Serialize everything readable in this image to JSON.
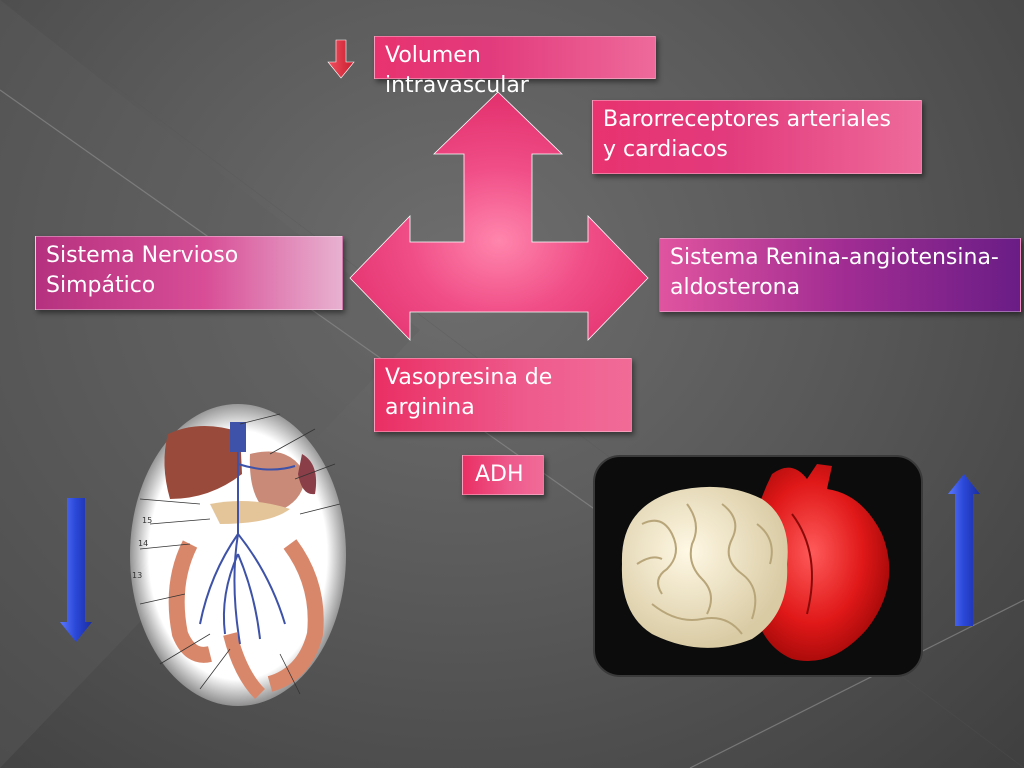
{
  "nodes": {
    "volumen": "Volumen intravascular",
    "barorreceptores": "Barorreceptores arteriales y cardiacos",
    "simpatico": "Sistema Nervioso Simpático",
    "renina": "Sistema Renina-angiotensina- aldosterona",
    "vasopresina": "Vasopresina de arginina",
    "adh": "ADH"
  },
  "illustration": {
    "left_number_labels": [
      "15",
      "14",
      "13"
    ]
  },
  "indicators": {
    "volumen_direction": "down",
    "left_direction": "down",
    "right_direction": "up"
  },
  "colors": {
    "pink_accent": "#e8336f",
    "purple_accent": "#8a2a8e",
    "blue_arrow": "#2a47d6",
    "red_arrow": "#e23a4a"
  }
}
